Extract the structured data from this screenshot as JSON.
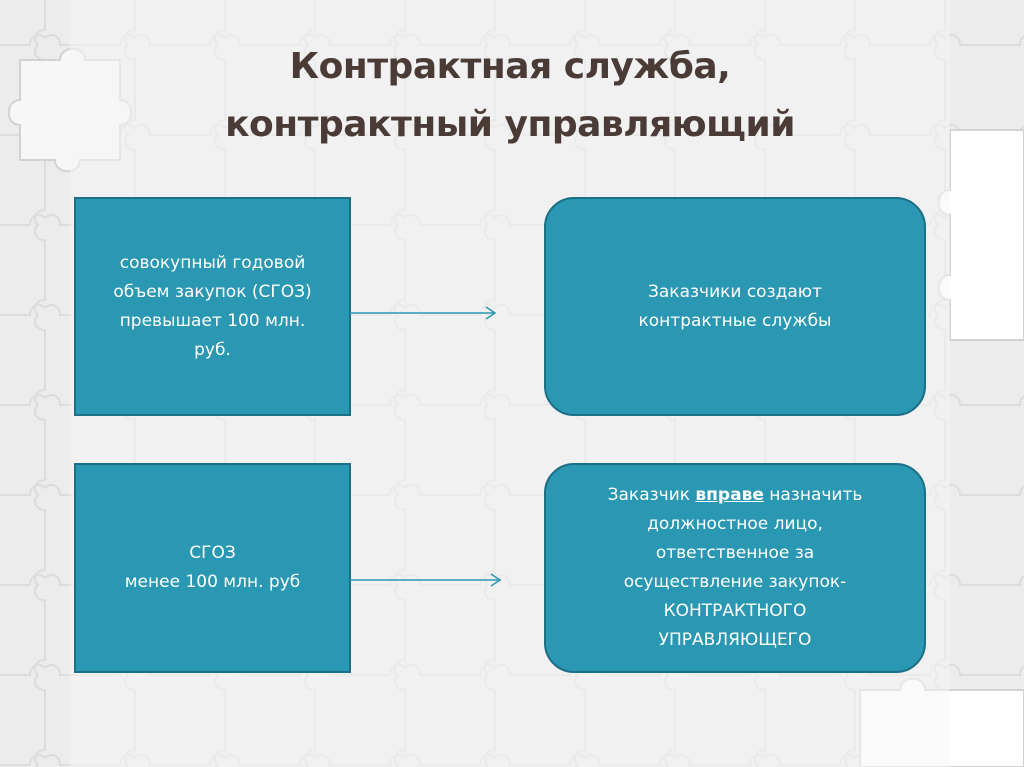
{
  "title": {
    "line1": "Контрактная служба,",
    "line2": "контрактный управляющий"
  },
  "boxes": {
    "top_left": {
      "line1": "совокупный годовой",
      "line2": "объем закупок (СГОЗ)",
      "line3": "превышает 100 млн.",
      "line4": "руб."
    },
    "bottom_left": {
      "line1": "СГОЗ",
      "line2": "менее 100 млн. руб"
    },
    "top_right": {
      "line1": "Заказчики создают",
      "line2": "контрактные службы"
    },
    "bottom_right": {
      "line1_pre": "Заказчик ",
      "line1_emph": "вправе",
      "line1_post": " назначить",
      "line2": "должностное лицо,",
      "line3": "ответственное за",
      "line4": "осуществление закупок-",
      "line5": "КОНТРАКТНОГО",
      "line6": "УПРАВЛЯЮЩЕГО"
    }
  },
  "colors": {
    "box_fill": "#2a97b3",
    "box_border": "#1b6f86",
    "title_text": "#4a3b36",
    "arrow": "#2a97b3"
  }
}
